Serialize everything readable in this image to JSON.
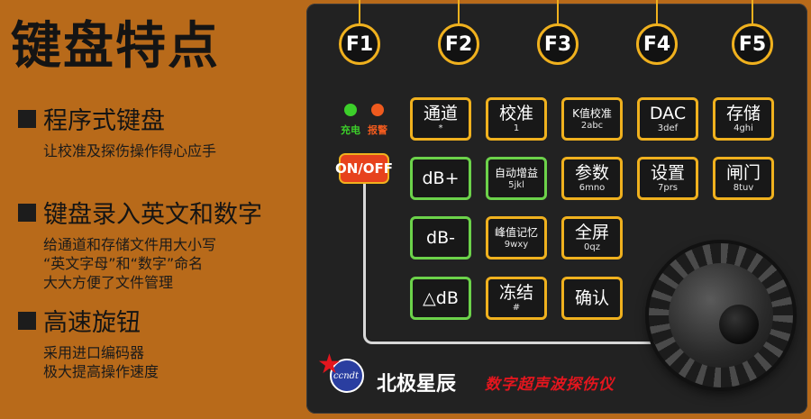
{
  "title": "键盘特点",
  "sections": [
    {
      "heading": "程序式键盘",
      "lines": [
        "让校准及探伤操作得心应手"
      ]
    },
    {
      "heading": "键盘录入英文和数字",
      "lines": [
        "给通道和存储文件用大小写",
        "“英文字母”和“数字”命名",
        "大大方便了文件管理"
      ]
    },
    {
      "heading": "高速旋钮",
      "lines": [
        "采用进口编码器",
        "极大提高操作速度"
      ]
    }
  ],
  "function_keys": [
    "F1",
    "F2",
    "F3",
    "F4",
    "F5"
  ],
  "leds": [
    {
      "label": "充电",
      "color": "#3ccf2a"
    },
    {
      "label": "报警",
      "color": "#ef5a1e"
    }
  ],
  "power_button": "ON/OFF",
  "keys": [
    {
      "main": "通道",
      "sub": "*"
    },
    {
      "main": "校准",
      "sub": "1"
    },
    {
      "main": "K值校准",
      "sub": "2abc"
    },
    {
      "main": "DAC",
      "sub": "3def"
    },
    {
      "main": "存储",
      "sub": "4ghi"
    },
    {
      "main": "dB+",
      "sub": ""
    },
    {
      "main": "自动增益",
      "sub": "5jkl"
    },
    {
      "main": "参数",
      "sub": "6mno"
    },
    {
      "main": "设置",
      "sub": "7prs"
    },
    {
      "main": "闸门",
      "sub": "8tuv"
    },
    {
      "main": "dB-",
      "sub": ""
    },
    {
      "main": "峰值记忆",
      "sub": "9wxy"
    },
    {
      "main": "全屏",
      "sub": "0qz"
    },
    {
      "main": "△dB",
      "sub": ""
    },
    {
      "main": "冻结",
      "sub": "#"
    },
    {
      "main": "确认",
      "sub": ""
    }
  ],
  "logo_text": "ccndt",
  "brand": "北极星辰",
  "slogan": "数字超声波探伤仪",
  "colors": {
    "background": "#b86a1a",
    "panel": "#222222",
    "accent": "#f0b11e",
    "green": "#6cd24a",
    "red": "#e3161e"
  }
}
